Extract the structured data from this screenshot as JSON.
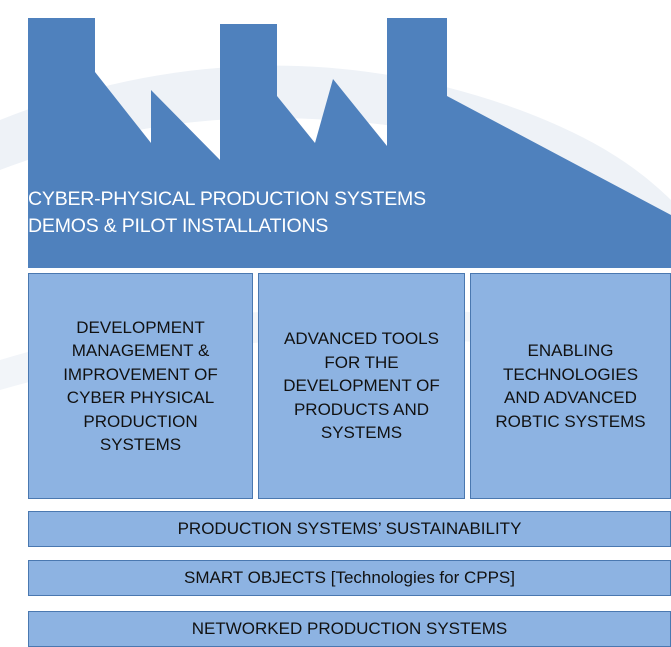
{
  "colors": {
    "factory_fill": "#4f81bd",
    "block_fill": "#8db3e2",
    "block_border": "#4a78b0",
    "title_text": "#ffffff",
    "block_text": "#111111"
  },
  "factory": {
    "title_line1": "CYBER-PHYSICAL PRODUCTION SYSTEMS",
    "title_line2": "DEMOS & PILOT INSTALLATIONS"
  },
  "pillars": [
    {
      "label": "DEVELOPMENT\nMANAGEMENT &\nIMPROVEMENT OF\nCYBER PHYSICAL\nPRODUCTION\nSYSTEMS"
    },
    {
      "label": "ADVANCED TOOLS\nFOR THE\nDEVELOPMENT OF\nPRODUCTS AND\nSYSTEMS"
    },
    {
      "label": "ENABLING\nTECHNOLOGIES\nAND ADVANCED\nROBTIC SYSTEMS"
    }
  ],
  "layers": [
    {
      "label": "PRODUCTION SYSTEMS’ SUSTAINABILITY"
    },
    {
      "label": "SMART OBJECTS [Technologies for CPPS]"
    },
    {
      "label": "NETWORKED PRODUCTION SYSTEMS"
    }
  ]
}
